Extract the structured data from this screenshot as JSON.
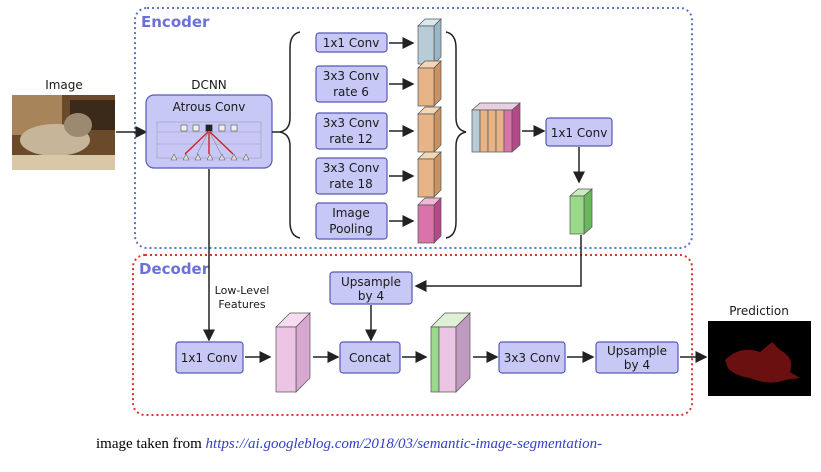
{
  "encoder_label": "Encoder",
  "decoder_label": "Decoder",
  "input_label": "Image",
  "dcnn_label": "DCNN",
  "atrous_label": "Atrous Conv",
  "branches": [
    {
      "line1": "1x1 Conv",
      "line2": ""
    },
    {
      "line1": "3x3 Conv",
      "line2": "rate 6"
    },
    {
      "line1": "3x3 Conv",
      "line2": "rate 12"
    },
    {
      "line1": "3x3 Conv",
      "line2": "rate 18"
    },
    {
      "line1": "Image",
      "line2": "Pooling"
    }
  ],
  "encoder_out_conv": "1x1 Conv",
  "low_level": {
    "line1": "Low-Level",
    "line2": "Features"
  },
  "upsample1": {
    "line1": "Upsample",
    "line2": "by 4"
  },
  "dec_conv1": "1x1 Conv",
  "concat": "Concat",
  "dec_conv3": "3x3 Conv",
  "upsample2": {
    "line1": "Upsample",
    "line2": "by 4"
  },
  "prediction_label": "Prediction",
  "caption": {
    "prefix": "image taken from ",
    "link": "https://ai.googleblog.com/2018/03/semantic-image-segmentation-"
  },
  "colors": {
    "encoder_border": "#5b74c9",
    "decoder_border": "#e03030",
    "box_fill": "#c8c8f6",
    "box_border": "#5858b8"
  }
}
